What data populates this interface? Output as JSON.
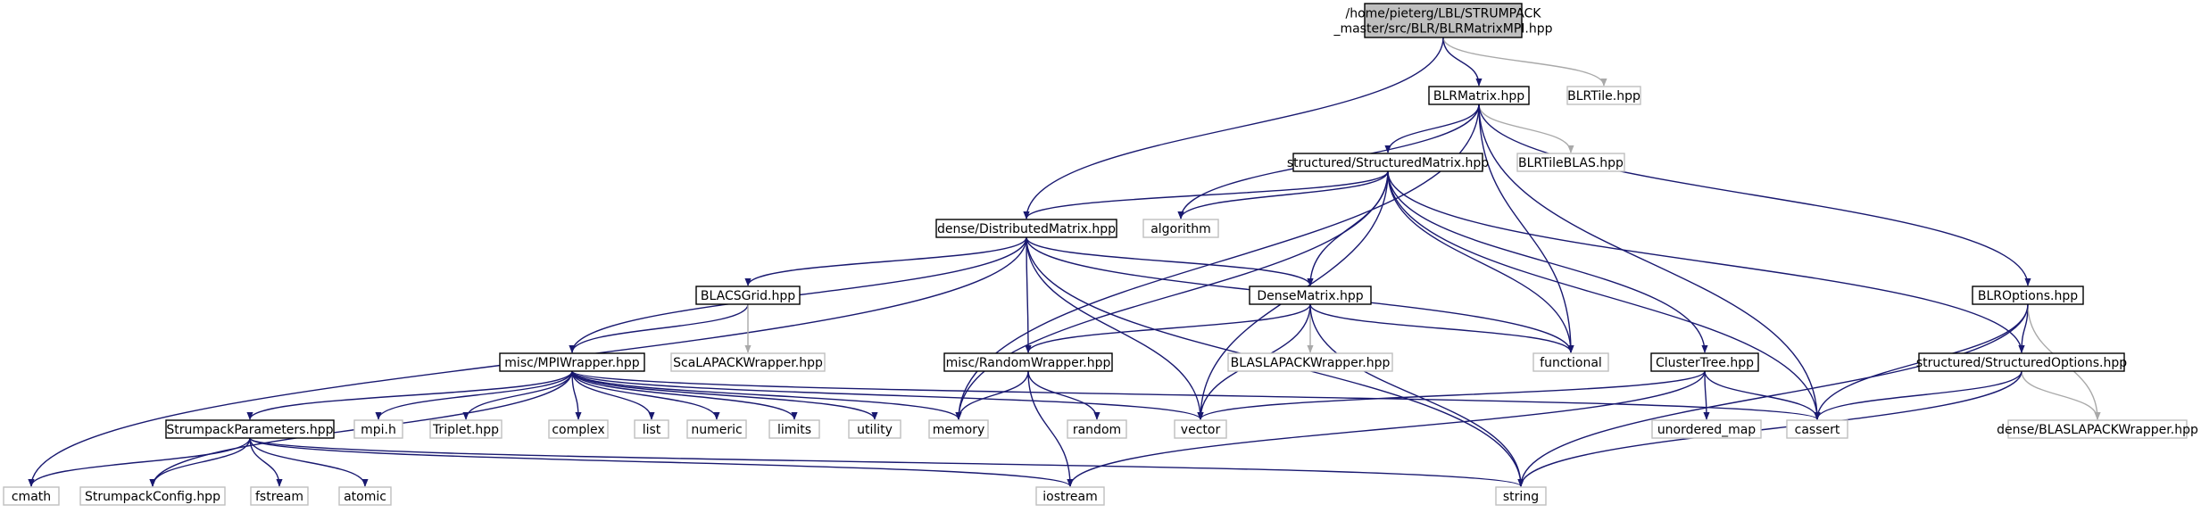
{
  "colors": {
    "edge": "#191970",
    "edge_external": "#a9a9a9",
    "root_fill": "#bfbfbf",
    "root_border": "#000000",
    "local_border": "#000000",
    "external_border": "#bfbfbf",
    "text": "#000000"
  },
  "nodes": [
    {
      "id": "root",
      "label": [
        "/home/pieterg/LBL/STRUMPACK",
        "_master/src/BLR/BLRMatrixMPI.hpp"
      ],
      "kind": "root"
    },
    {
      "id": "blrmatrix",
      "label": [
        "BLRMatrix.hpp"
      ],
      "kind": "local"
    },
    {
      "id": "blrtile",
      "label": [
        "BLRTile.hpp"
      ],
      "kind": "external"
    },
    {
      "id": "structmatrix",
      "label": [
        "structured/StructuredMatrix.hpp"
      ],
      "kind": "local"
    },
    {
      "id": "blrtileblas",
      "label": [
        "BLRTileBLAS.hpp"
      ],
      "kind": "external"
    },
    {
      "id": "distmatrix",
      "label": [
        "dense/DistributedMatrix.hpp"
      ],
      "kind": "local"
    },
    {
      "id": "algorithm",
      "label": [
        "algorithm"
      ],
      "kind": "external"
    },
    {
      "id": "blroptions",
      "label": [
        "BLROptions.hpp"
      ],
      "kind": "local"
    },
    {
      "id": "blacsgrid",
      "label": [
        "BLACSGrid.hpp"
      ],
      "kind": "local"
    },
    {
      "id": "densematrix",
      "label": [
        "DenseMatrix.hpp"
      ],
      "kind": "local"
    },
    {
      "id": "functional",
      "label": [
        "functional"
      ],
      "kind": "external"
    },
    {
      "id": "scalapack",
      "label": [
        "ScaLAPACKWrapper.hpp"
      ],
      "kind": "external"
    },
    {
      "id": "blaslapack",
      "label": [
        "BLASLAPACKWrapper.hpp"
      ],
      "kind": "external"
    },
    {
      "id": "clustertree",
      "label": [
        "ClusterTree.hpp"
      ],
      "kind": "local"
    },
    {
      "id": "structoptions",
      "label": [
        "structured/StructuredOptions.hpp"
      ],
      "kind": "local"
    },
    {
      "id": "mpiwrapper",
      "label": [
        "misc/MPIWrapper.hpp"
      ],
      "kind": "local"
    },
    {
      "id": "randomwrapper",
      "label": [
        "misc/RandomWrapper.hpp"
      ],
      "kind": "local"
    },
    {
      "id": "strumpackparams",
      "label": [
        "StrumpackParameters.hpp"
      ],
      "kind": "local"
    },
    {
      "id": "mpih",
      "label": [
        "mpi.h"
      ],
      "kind": "external"
    },
    {
      "id": "triplet",
      "label": [
        "Triplet.hpp"
      ],
      "kind": "external"
    },
    {
      "id": "complex",
      "label": [
        "complex"
      ],
      "kind": "external"
    },
    {
      "id": "list",
      "label": [
        "list"
      ],
      "kind": "external"
    },
    {
      "id": "numeric",
      "label": [
        "numeric"
      ],
      "kind": "external"
    },
    {
      "id": "limits",
      "label": [
        "limits"
      ],
      "kind": "external"
    },
    {
      "id": "utility",
      "label": [
        "utility"
      ],
      "kind": "external"
    },
    {
      "id": "memory",
      "label": [
        "memory"
      ],
      "kind": "external"
    },
    {
      "id": "random",
      "label": [
        "random"
      ],
      "kind": "external"
    },
    {
      "id": "vector",
      "label": [
        "vector"
      ],
      "kind": "external"
    },
    {
      "id": "unorderedmap",
      "label": [
        "unordered_map"
      ],
      "kind": "external"
    },
    {
      "id": "cassert",
      "label": [
        "cassert"
      ],
      "kind": "external"
    },
    {
      "id": "denseblaslapack",
      "label": [
        "dense/BLASLAPACKWrapper.hpp"
      ],
      "kind": "external"
    },
    {
      "id": "cmath",
      "label": [
        "cmath"
      ],
      "kind": "external"
    },
    {
      "id": "strumpackconfig",
      "label": [
        "StrumpackConfig.hpp"
      ],
      "kind": "external"
    },
    {
      "id": "fstream",
      "label": [
        "fstream"
      ],
      "kind": "external"
    },
    {
      "id": "atomic",
      "label": [
        "atomic"
      ],
      "kind": "external"
    },
    {
      "id": "iostream",
      "label": [
        "iostream"
      ],
      "kind": "external"
    },
    {
      "id": "string",
      "label": [
        "string"
      ],
      "kind": "external"
    }
  ],
  "edges": [
    [
      "root",
      "blrmatrix"
    ],
    [
      "root",
      "blrtile"
    ],
    [
      "root",
      "distmatrix"
    ],
    [
      "blrmatrix",
      "structmatrix"
    ],
    [
      "blrmatrix",
      "blrtileblas"
    ],
    [
      "blrmatrix",
      "blroptions"
    ],
    [
      "blrmatrix",
      "algorithm"
    ],
    [
      "blrmatrix",
      "memory"
    ],
    [
      "blrmatrix",
      "functional"
    ],
    [
      "blrmatrix",
      "cassert"
    ],
    [
      "structmatrix",
      "distmatrix"
    ],
    [
      "structmatrix",
      "densematrix"
    ],
    [
      "structmatrix",
      "algorithm"
    ],
    [
      "structmatrix",
      "functional"
    ],
    [
      "structmatrix",
      "memory"
    ],
    [
      "structmatrix",
      "vector"
    ],
    [
      "structmatrix",
      "clustertree"
    ],
    [
      "structmatrix",
      "structoptions"
    ],
    [
      "structmatrix",
      "cassert"
    ],
    [
      "distmatrix",
      "blacsgrid"
    ],
    [
      "distmatrix",
      "densematrix"
    ],
    [
      "distmatrix",
      "mpiwrapper"
    ],
    [
      "distmatrix",
      "randomwrapper"
    ],
    [
      "distmatrix",
      "vector"
    ],
    [
      "distmatrix",
      "functional"
    ],
    [
      "distmatrix",
      "string"
    ],
    [
      "distmatrix",
      "cmath"
    ],
    [
      "blacsgrid",
      "mpiwrapper"
    ],
    [
      "blacsgrid",
      "scalapack"
    ],
    [
      "densematrix",
      "randomwrapper"
    ],
    [
      "densematrix",
      "blaslapack"
    ],
    [
      "densematrix",
      "functional"
    ],
    [
      "densematrix",
      "vector"
    ],
    [
      "densematrix",
      "string"
    ],
    [
      "randomwrapper",
      "memory"
    ],
    [
      "randomwrapper",
      "random"
    ],
    [
      "randomwrapper",
      "iostream"
    ],
    [
      "mpiwrapper",
      "strumpackparams"
    ],
    [
      "mpiwrapper",
      "strumpackconfig"
    ],
    [
      "mpiwrapper",
      "mpih"
    ],
    [
      "mpiwrapper",
      "triplet"
    ],
    [
      "mpiwrapper",
      "complex"
    ],
    [
      "mpiwrapper",
      "list"
    ],
    [
      "mpiwrapper",
      "numeric"
    ],
    [
      "mpiwrapper",
      "limits"
    ],
    [
      "mpiwrapper",
      "utility"
    ],
    [
      "mpiwrapper",
      "memory"
    ],
    [
      "mpiwrapper",
      "vector"
    ],
    [
      "mpiwrapper",
      "cassert"
    ],
    [
      "strumpackparams",
      "cmath"
    ],
    [
      "strumpackparams",
      "strumpackconfig"
    ],
    [
      "strumpackparams",
      "fstream"
    ],
    [
      "strumpackparams",
      "atomic"
    ],
    [
      "strumpackparams",
      "iostream"
    ],
    [
      "strumpackparams",
      "string"
    ],
    [
      "clustertree",
      "vector"
    ],
    [
      "clustertree",
      "unorderedmap"
    ],
    [
      "clustertree",
      "cassert"
    ],
    [
      "clustertree",
      "iostream"
    ],
    [
      "blroptions",
      "structoptions"
    ],
    [
      "blroptions",
      "cassert"
    ],
    [
      "blroptions",
      "denseblaslapack"
    ],
    [
      "blroptions",
      "string"
    ],
    [
      "structoptions",
      "cassert"
    ],
    [
      "structoptions",
      "denseblaslapack"
    ],
    [
      "structoptions",
      "string"
    ]
  ]
}
